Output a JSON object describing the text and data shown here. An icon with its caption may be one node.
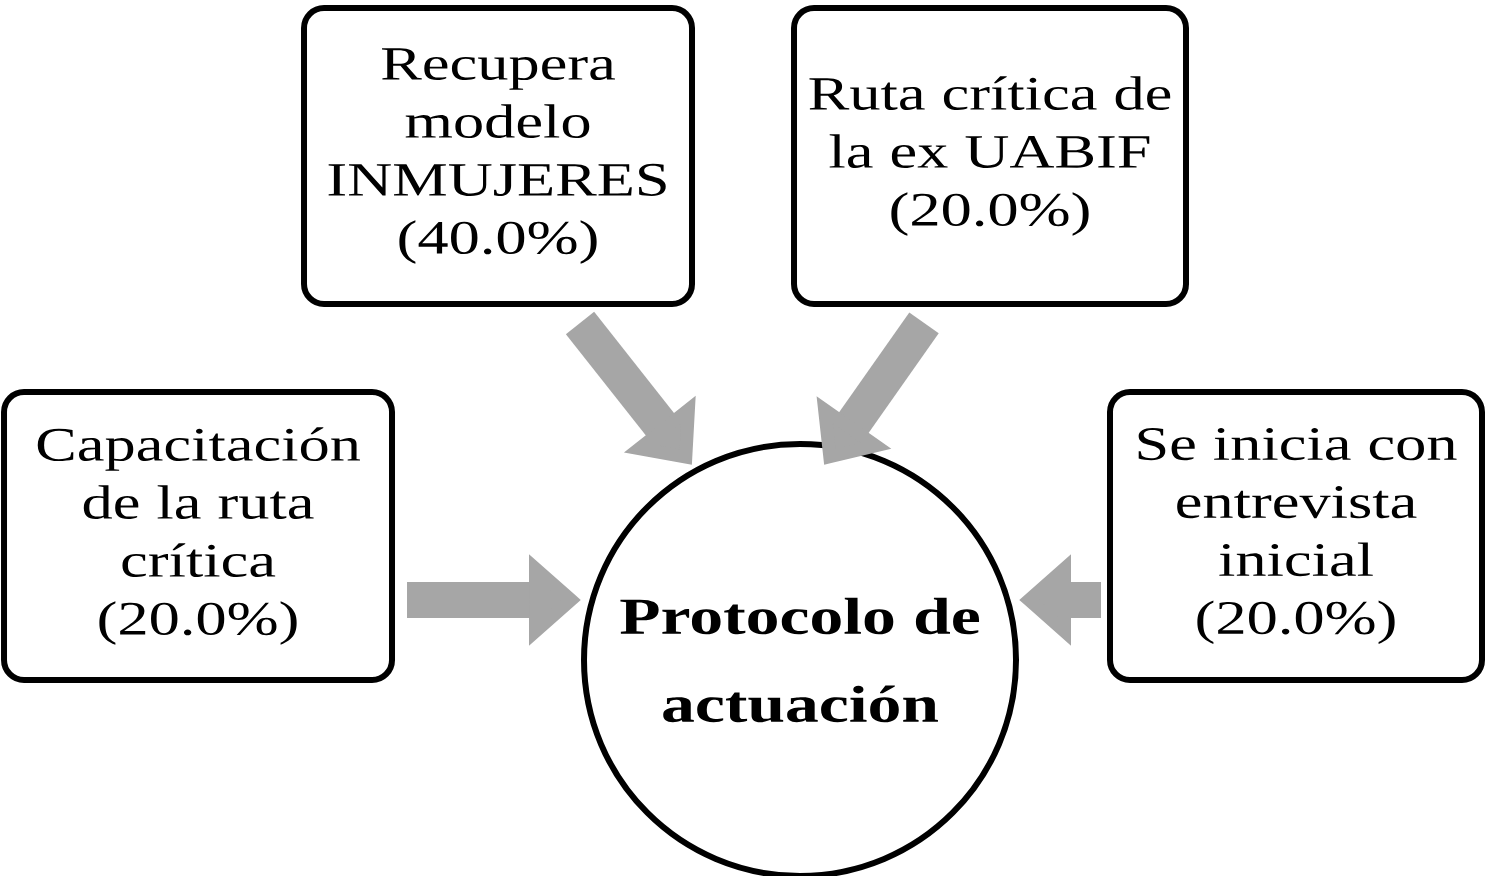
{
  "diagram": {
    "nodes": [
      {
        "text": [
          "Capacitación de la ruta crítica (20.0%)"
        ]
      },
      {
        "text": [
          "Recupera modelo INMUJERES (40.0%)"
        ]
      },
      {
        "text": [
          "Ruta crítica de la ex UABIF (20.0%)"
        ]
      },
      {
        "text": [
          "Se inicia con entrevista inicial (20.0%)"
        ]
      },
      {
        "text": [
          "Protocolo de actuación"
        ]
      }
    ],
    "edges": [
      {
        "from": 0,
        "to": 4,
        "arrow": "to"
      },
      {
        "from": 1,
        "to": 4,
        "arrow": "to"
      },
      {
        "from": 2,
        "to": 4,
        "arrow": "to"
      },
      {
        "from": 3,
        "to": 4,
        "arrow": "to"
      }
    ]
  }
}
